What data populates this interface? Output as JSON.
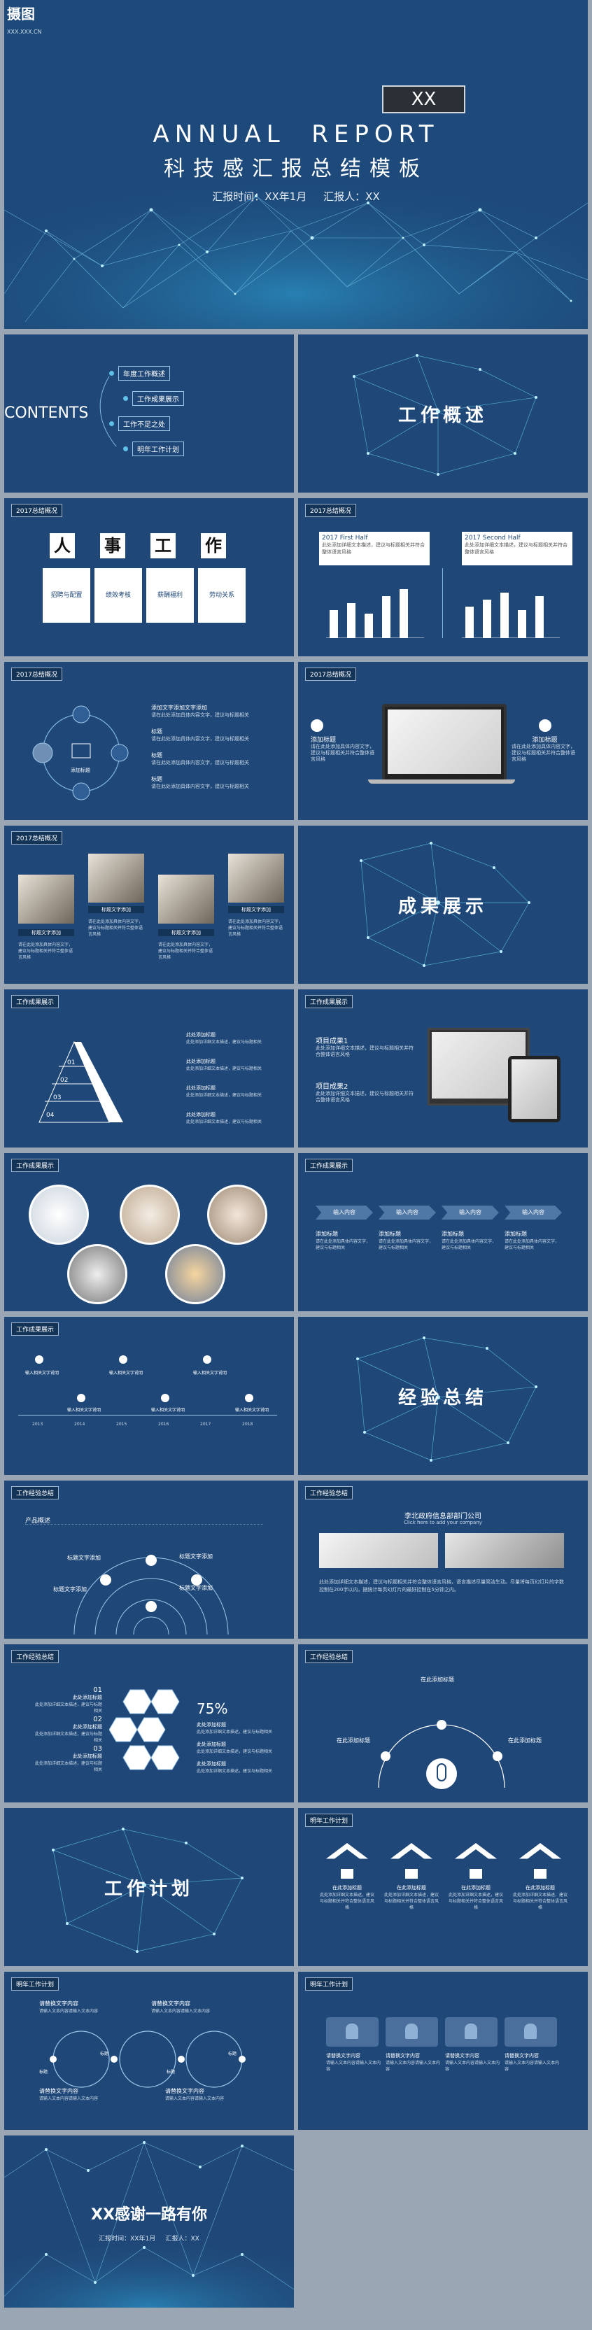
{
  "cover": {
    "logo_text": "摄图",
    "logo_sub": "XXX.XXX.CN",
    "badge": "XX",
    "title_en": "ANNUAL  REPORT",
    "title_cn": "科技感汇报总结模板",
    "meta": "汇报时间：XX年1月     汇报人：XX"
  },
  "contents": {
    "title": "CONTENTS",
    "items": [
      "年度工作概述",
      "工作成果展示",
      "工作不足之处",
      "明年工作计划"
    ]
  },
  "section1": {
    "title": "工作概述"
  },
  "s2017": {
    "tag": "2017总结概况",
    "chars": [
      "人",
      "事",
      "工",
      "作"
    ],
    "cards": [
      "招聘与配置",
      "绩效考核",
      "薪酬福利",
      "劳动关系"
    ]
  },
  "halves": {
    "tag": "2017总结概况",
    "first": "2017 First Half",
    "second": "2017 Second Half",
    "desc": "此处添加详细文本描述，建议与标题相关并符合整体语言风格"
  },
  "process": {
    "tag": "2017总结概况",
    "center": "添加标题",
    "items": [
      "添加文字添加文字添加",
      "标题",
      "标题",
      "标题"
    ],
    "desc": "请在此处添加具体内容文字，建议与标题相关"
  },
  "laptop": {
    "tag": "2017总结概况",
    "left": "添加标题",
    "right": "添加标题",
    "desc": "请在此处添加具体内容文字，建议与标题相关并符合整体语言风格"
  },
  "photos": {
    "tag": "2017总结概况",
    "label": "标题文字添加",
    "desc": "请在此处添加具体内容文字，建议与标题相关并符合整体语言风格"
  },
  "section2": {
    "title": "成果展示"
  },
  "pyramid": {
    "tag": "工作成果展示",
    "nums": [
      "01",
      "02",
      "03",
      "04"
    ],
    "item": "此处添加标题",
    "desc": "此处添加详细文本描述，建议与标题相关"
  },
  "devices": {
    "tag": "工作成果展示",
    "item1": "项目成果1",
    "item2": "项目成果2",
    "desc": "此处添加详细文本描述，建议与标题相关并符合整体语言风格"
  },
  "circles": {
    "tag": "工作成果展示"
  },
  "arrows": {
    "tag": "工作成果展示",
    "inputs": [
      "输入内容",
      "输入内容",
      "输入内容",
      "输入内容"
    ],
    "titles": [
      "添加标题",
      "添加标题",
      "添加标题",
      "添加标题"
    ],
    "desc": "请在此处添加具体内容文字，建议与标题相关"
  },
  "timeline": {
    "tag": "工作成果展示",
    "item": "输入相关文字说明",
    "years": [
      "2013",
      "2014",
      "2015",
      "2016",
      "2017",
      "2018"
    ]
  },
  "section3": {
    "title": "经验总结"
  },
  "rings": {
    "tag": "工作经验总结",
    "heading": "产品概述",
    "labels": [
      "标题文字添加",
      "标题文字添加",
      "标题文字添加",
      "标题文字添加"
    ]
  },
  "company": {
    "tag": "工作经验总结",
    "name": "李北政府信息部部门公司",
    "sub": "Click here to add your company",
    "desc": "此处添加详细文本描述，建议与标题相关并符合整体语言风格，语言描述尽量简洁生动。尽量将每页幻灯片的字数控制在200字以内，据统计每页幻灯片的最好控制在5分钟之内。"
  },
  "hexagons": {
    "tag": "工作经验总结",
    "nums": [
      "01",
      "02",
      "03"
    ],
    "percent": "75%",
    "title": "此处添加标题",
    "desc": "此处添加详细文本描述，建议与标题相关"
  },
  "semicircle": {
    "tag": "工作经验总结",
    "labels": [
      "在此添加标题",
      "在此添加标题",
      "在此添加标题"
    ]
  },
  "section4": {
    "title": "工作计划"
  },
  "plan_icons": {
    "tag": "明年工作计划",
    "title": "在此添加标题",
    "desc": "此处添加详细文本描述，建议与标题相关并符合整体语言风格"
  },
  "plan_loop": {
    "tag": "明年工作计划",
    "title": "请替换文字内容",
    "desc": "请输入文本内容请输入文本内容",
    "nodes": [
      "标题",
      "标题",
      "标题",
      "标题"
    ]
  },
  "plan_puzzle": {
    "tag": "明年工作计划",
    "title": "请替换文字内容",
    "desc": "请输入文本内容请输入文本内容"
  },
  "ending": {
    "title": "XX感谢一路有你",
    "meta": "汇报时间：XX年1月     汇报人：XX"
  }
}
